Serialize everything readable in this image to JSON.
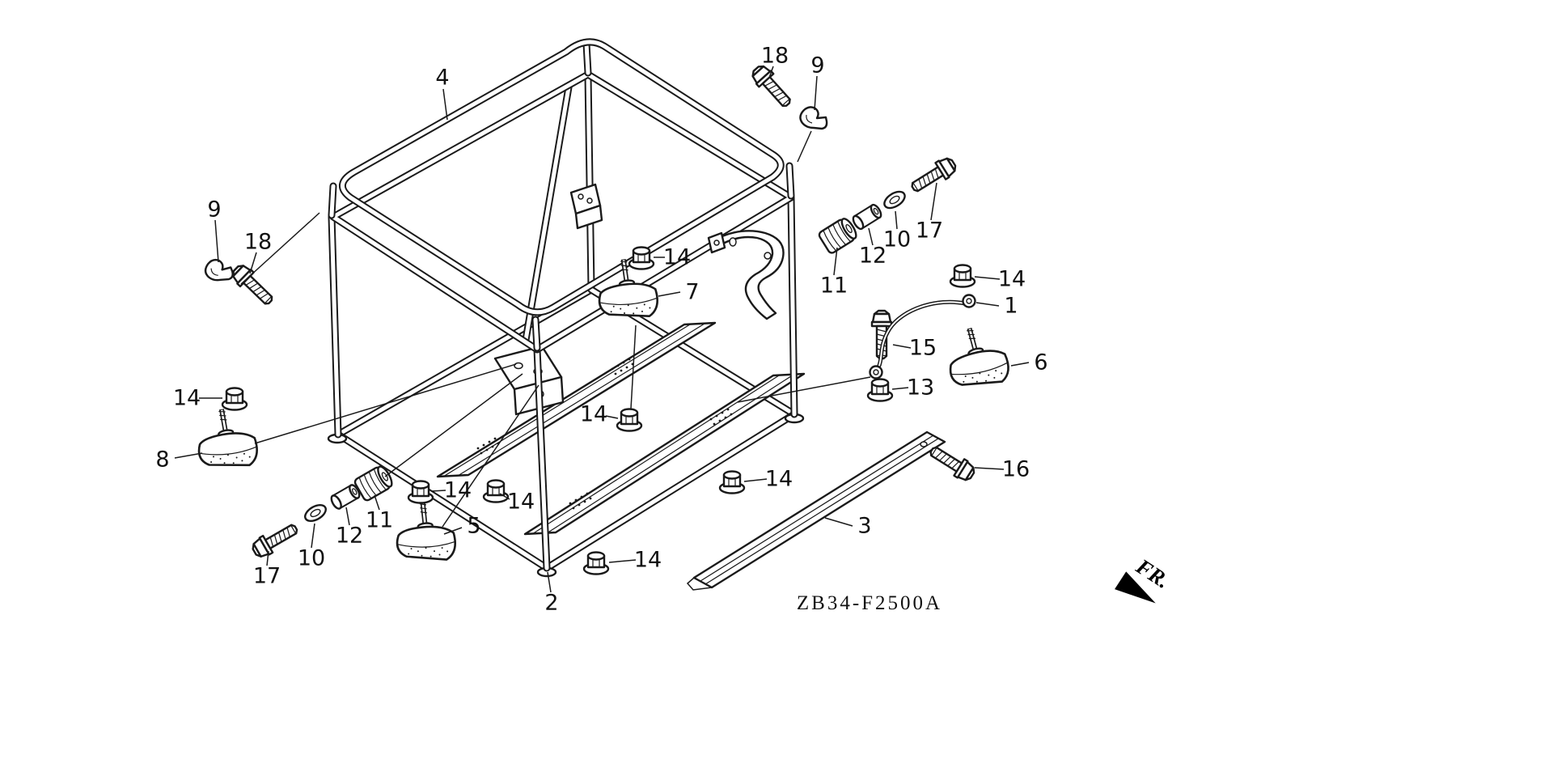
{
  "diagram": {
    "code": "ZB34-F2500A",
    "fr_label": "FR.",
    "colors": {
      "line": "#1a1a1a",
      "background": "#ffffff"
    },
    "callouts": [
      {
        "label": "4"
      },
      {
        "label": "18"
      },
      {
        "label": "9"
      },
      {
        "label": "9"
      },
      {
        "label": "18"
      },
      {
        "label": "14"
      },
      {
        "label": "7"
      },
      {
        "label": "17"
      },
      {
        "label": "10"
      },
      {
        "label": "12"
      },
      {
        "label": "11"
      },
      {
        "label": "14"
      },
      {
        "label": "1"
      },
      {
        "label": "15"
      },
      {
        "label": "6"
      },
      {
        "label": "13"
      },
      {
        "label": "14"
      },
      {
        "label": "8"
      },
      {
        "label": "14"
      },
      {
        "label": "14"
      },
      {
        "label": "14"
      },
      {
        "label": "11"
      },
      {
        "label": "5"
      },
      {
        "label": "12"
      },
      {
        "label": "10"
      },
      {
        "label": "17"
      },
      {
        "label": "14"
      },
      {
        "label": "16"
      },
      {
        "label": "3"
      },
      {
        "label": "14"
      },
      {
        "label": "2"
      }
    ]
  }
}
